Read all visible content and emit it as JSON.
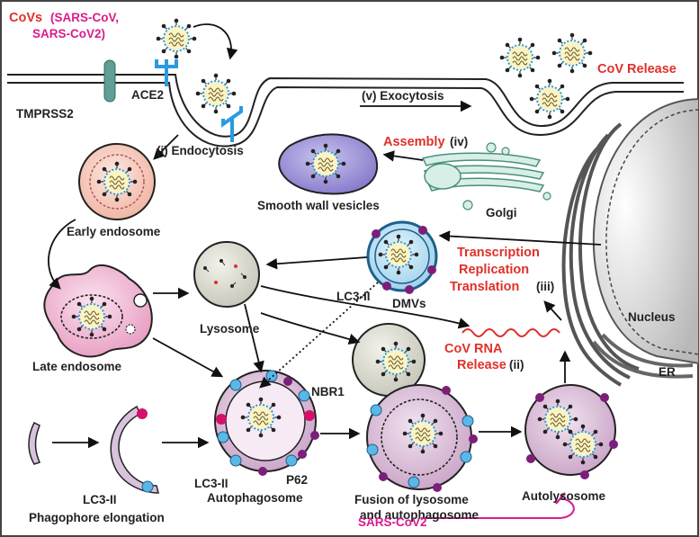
{
  "labels": {
    "covs": "CoVs",
    "covs_types_1": "(SARS-CoV,",
    "covs_types_2": "SARS-CoV2)",
    "tmprss2": "TMPRSS2",
    "ace2": "ACE2",
    "endocytosis": "(i) Endocytosis",
    "exocytosis": "(v) Exocytosis",
    "cov_release": "CoV Release",
    "assembly": "Assembly",
    "assembly_step": "(iv)",
    "smooth_wall_vesicles": "Smooth wall vesicles",
    "golgi": "Golgi",
    "early_endosome": "Early endosome",
    "late_endosome": "Late endosome",
    "lysosome": "Lysosome",
    "lc3_dmv": "LC3-II",
    "dmvs": "DMVs",
    "transcription": "Transcription",
    "replication": "Replication",
    "translation": "Translation",
    "translation_step": "(iii)",
    "nucleus": "Nucleus",
    "er": "ER",
    "rna_release_1": "CoV RNA",
    "rna_release_2": "Release",
    "rna_release_step": "(ii)",
    "nbr1": "NBR1",
    "p62": "P62",
    "lc3_phagophore": "LC3-II",
    "phagophore_elongation": "Phagophore elongation",
    "lc3_autophagosome": "LC3-II",
    "autophagosome": "Autophagosome",
    "fusion_1": "Fusion of lysosome",
    "fusion_2": "and autophagosome",
    "autolysosome": "Autolysosome",
    "inhibitor": "SARS-CoV2"
  },
  "colors": {
    "label_red": "#e0302a",
    "label_magenta": "#d81b8c",
    "ace2_blue": "#2a9be0",
    "lc3_cyan": "#5ab8e8",
    "p62_purple": "#7b1f7a",
    "nbr1_pink": "#d4116a"
  }
}
